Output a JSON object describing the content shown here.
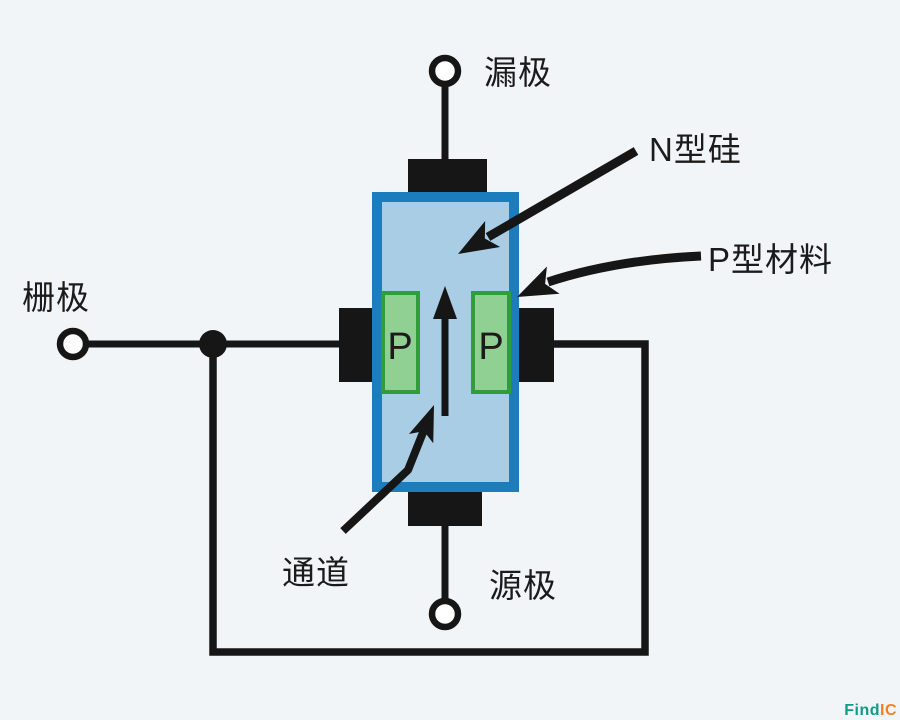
{
  "diagram": {
    "title_hint": "JFET structure diagram",
    "labels": {
      "drain": "漏极",
      "gate": "栅极",
      "source": "源极",
      "channel": "通道",
      "n_type": "N型硅",
      "p_material": "P型材料",
      "p_region": "P"
    },
    "logo": {
      "find": "Find",
      "ic": "IC"
    },
    "colors": {
      "background": "#f2f5f8",
      "ink": "#161616",
      "text": "#1b1b1b",
      "body_border": "#1b7cbe",
      "body_fill": "#a9cde4",
      "p_border": "#2f9e38",
      "p_fill": "#90d092",
      "terminal_fill": "#ffffff",
      "logo_teal": "#0f9c86",
      "logo_orange": "#f08222"
    }
  }
}
